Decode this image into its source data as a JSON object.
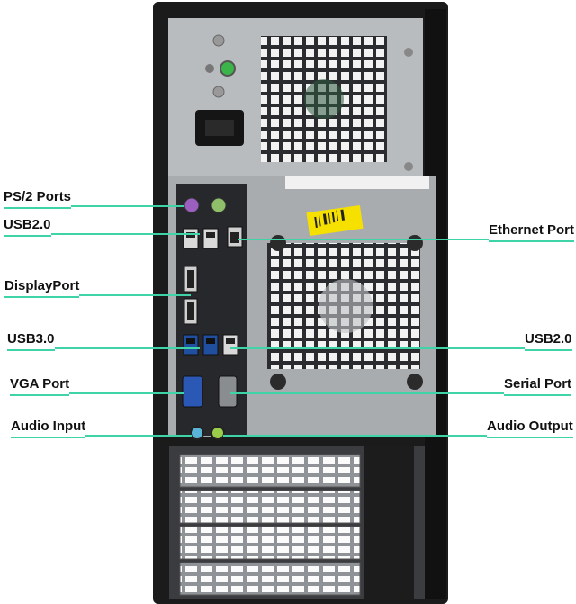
{
  "image": {
    "subject": "tower-pc-rear-panel",
    "line_color": "#3fd3a8",
    "case_color": "#1b1b1b",
    "metal_color": "#b9bcbf",
    "io_plate_color": "#26282b",
    "sticker_color": "#f6e000"
  },
  "labels": {
    "left": [
      {
        "key": "ps2",
        "text": "PS/2 Ports"
      },
      {
        "key": "usb2_left",
        "text": "USB2.0"
      },
      {
        "key": "displayport",
        "text": "DisplayPort"
      },
      {
        "key": "usb3",
        "text": "USB3.0"
      },
      {
        "key": "vga",
        "text": "VGA Port"
      },
      {
        "key": "audio_in",
        "text": "Audio Input"
      }
    ],
    "right": [
      {
        "key": "ethernet",
        "text": "Ethernet Port"
      },
      {
        "key": "usb2_right",
        "text": "USB2.0"
      },
      {
        "key": "serial",
        "text": "Serial Port"
      },
      {
        "key": "audio_out",
        "text": "Audio Output"
      }
    ]
  }
}
